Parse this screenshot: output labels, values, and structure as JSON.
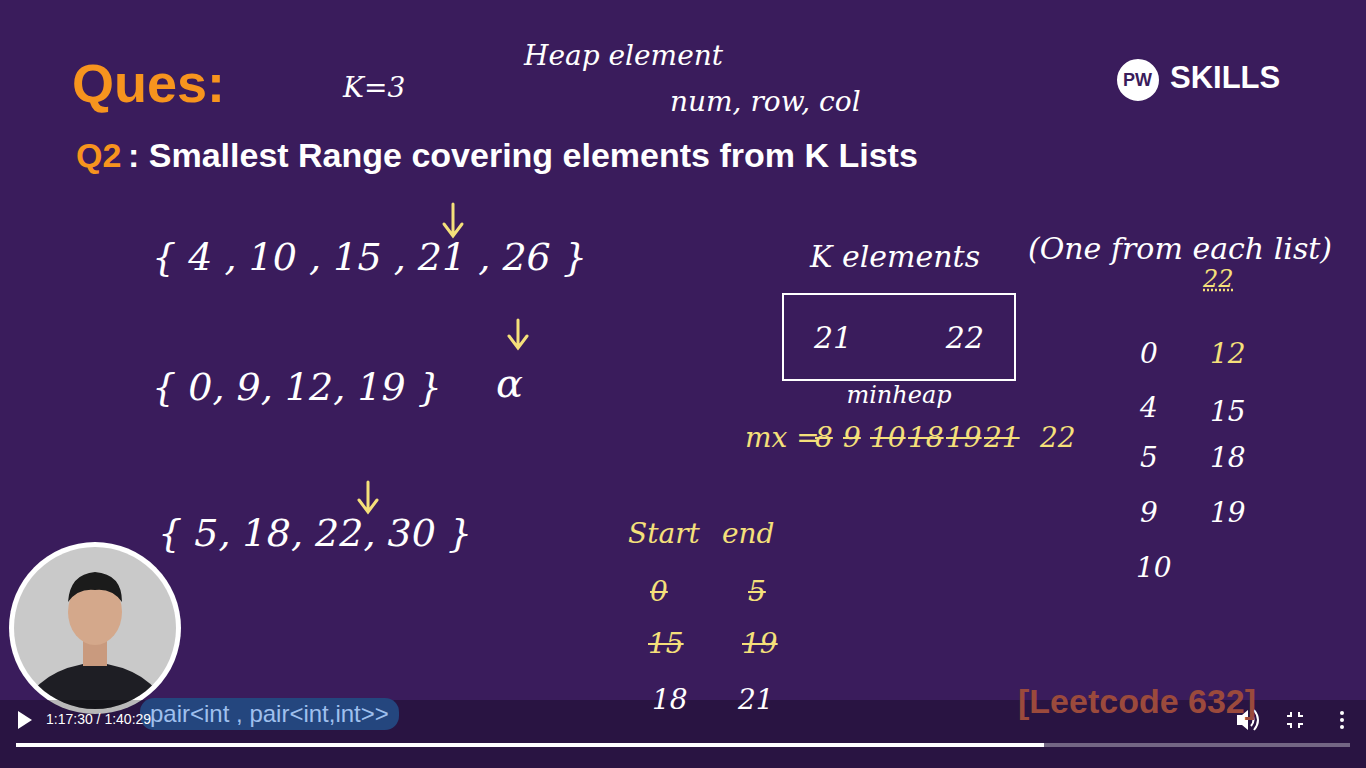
{
  "diagram": {
    "title": ": Smallest Range covering elements from K Lists",
    "nodes": [
      {
        "text": [
          "21",
          "22",
          "minheap"
        ]
      }
    ],
    "labels": [
      "Ques:",
      "K=3",
      "Heap element",
      "num, row, col",
      "SKILLS",
      "PW",
      "Q2",
      "{ 4 , 10 , 15 , 21 , 26 }",
      "{ 0, 9, 12, 19 }",
      "α",
      "{ 5, 18, 22, 30 }",
      "K elements",
      "(One from each list)",
      "mx =",
      "8",
      "9",
      "10",
      "18",
      "19",
      "21",
      "22",
      "Start",
      "end",
      "0",
      "5",
      "15",
      "19",
      "18",
      "21",
      "22",
      "0",
      "12",
      "4",
      "15",
      "5",
      "18",
      "9",
      "19",
      "10",
      "pair<int , pair<int,int>>",
      "[Leetcode 632]",
      "1:17:30 / 1:40:29"
    ]
  }
}
